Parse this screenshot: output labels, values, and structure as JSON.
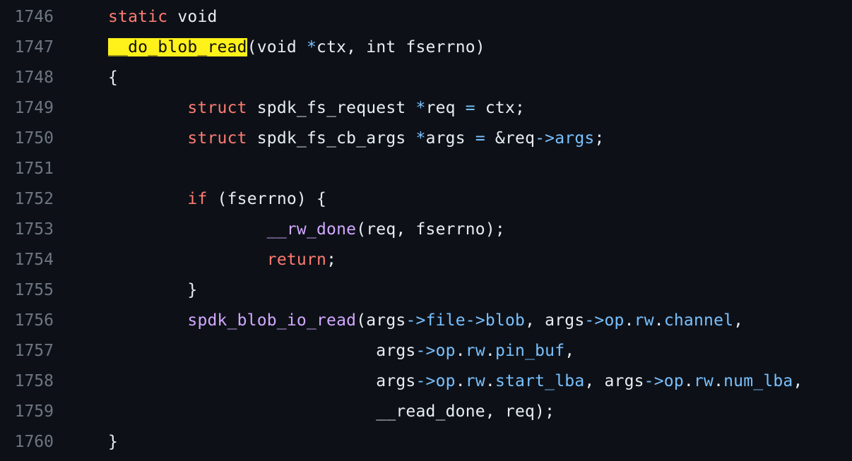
{
  "code": {
    "lines": [
      {
        "number": "1746",
        "segments": [
          {
            "text": "static",
            "kind": "keyword"
          },
          {
            "text": " void",
            "kind": "plain"
          }
        ]
      },
      {
        "number": "1747",
        "segments": [
          {
            "text": "__do_blob_read",
            "kind": "highlight"
          },
          {
            "text": "(void ",
            "kind": "plain"
          },
          {
            "text": "*",
            "kind": "op"
          },
          {
            "text": "ctx, int fserrno)",
            "kind": "plain"
          }
        ]
      },
      {
        "number": "1748",
        "segments": [
          {
            "text": "{",
            "kind": "plain"
          }
        ]
      },
      {
        "number": "1749",
        "segments": [
          {
            "text": "\t",
            "kind": "plain"
          },
          {
            "text": "struct",
            "kind": "keyword"
          },
          {
            "text": " spdk_fs_request ",
            "kind": "plain"
          },
          {
            "text": "*",
            "kind": "op"
          },
          {
            "text": "req ",
            "kind": "plain"
          },
          {
            "text": "=",
            "kind": "op"
          },
          {
            "text": " ctx;",
            "kind": "plain"
          }
        ]
      },
      {
        "number": "1750",
        "segments": [
          {
            "text": "\t",
            "kind": "plain"
          },
          {
            "text": "struct",
            "kind": "keyword"
          },
          {
            "text": " spdk_fs_cb_args ",
            "kind": "plain"
          },
          {
            "text": "*",
            "kind": "op"
          },
          {
            "text": "args ",
            "kind": "plain"
          },
          {
            "text": "=",
            "kind": "op"
          },
          {
            "text": " &req",
            "kind": "plain"
          },
          {
            "text": "->",
            "kind": "op"
          },
          {
            "text": "args",
            "kind": "member"
          },
          {
            "text": ";",
            "kind": "plain"
          }
        ]
      },
      {
        "number": "1751",
        "segments": []
      },
      {
        "number": "1752",
        "segments": [
          {
            "text": "\t",
            "kind": "plain"
          },
          {
            "text": "if",
            "kind": "keyword"
          },
          {
            "text": " (fserrno) {",
            "kind": "plain"
          }
        ]
      },
      {
        "number": "1753",
        "segments": [
          {
            "text": "\t\t",
            "kind": "plain"
          },
          {
            "text": "__rw_done",
            "kind": "func"
          },
          {
            "text": "(req, fserrno);",
            "kind": "plain"
          }
        ]
      },
      {
        "number": "1754",
        "segments": [
          {
            "text": "\t\t",
            "kind": "plain"
          },
          {
            "text": "return",
            "kind": "keyword"
          },
          {
            "text": ";",
            "kind": "plain"
          }
        ]
      },
      {
        "number": "1755",
        "segments": [
          {
            "text": "\t",
            "kind": "plain"
          },
          {
            "text": "}",
            "kind": "plain"
          }
        ]
      },
      {
        "number": "1756",
        "segments": [
          {
            "text": "\t",
            "kind": "plain"
          },
          {
            "text": "spdk_blob_io_read",
            "kind": "func"
          },
          {
            "text": "(args",
            "kind": "plain"
          },
          {
            "text": "->",
            "kind": "op"
          },
          {
            "text": "file",
            "kind": "member"
          },
          {
            "text": "->",
            "kind": "op"
          },
          {
            "text": "blob",
            "kind": "member"
          },
          {
            "text": ", args",
            "kind": "plain"
          },
          {
            "text": "->",
            "kind": "op"
          },
          {
            "text": "op",
            "kind": "member"
          },
          {
            "text": ".",
            "kind": "plain"
          },
          {
            "text": "rw",
            "kind": "member"
          },
          {
            "text": ".",
            "kind": "plain"
          },
          {
            "text": "channel",
            "kind": "member"
          },
          {
            "text": ",",
            "kind": "plain"
          }
        ]
      },
      {
        "number": "1757",
        "segments": [
          {
            "text": "\t\t\t   ",
            "kind": "plain"
          },
          {
            "text": "args",
            "kind": "plain"
          },
          {
            "text": "->",
            "kind": "op"
          },
          {
            "text": "op",
            "kind": "member"
          },
          {
            "text": ".",
            "kind": "plain"
          },
          {
            "text": "rw",
            "kind": "member"
          },
          {
            "text": ".",
            "kind": "plain"
          },
          {
            "text": "pin_buf",
            "kind": "member"
          },
          {
            "text": ",",
            "kind": "plain"
          }
        ]
      },
      {
        "number": "1758",
        "segments": [
          {
            "text": "\t\t\t   ",
            "kind": "plain"
          },
          {
            "text": "args",
            "kind": "plain"
          },
          {
            "text": "->",
            "kind": "op"
          },
          {
            "text": "op",
            "kind": "member"
          },
          {
            "text": ".",
            "kind": "plain"
          },
          {
            "text": "rw",
            "kind": "member"
          },
          {
            "text": ".",
            "kind": "plain"
          },
          {
            "text": "start_lba",
            "kind": "member"
          },
          {
            "text": ", args",
            "kind": "plain"
          },
          {
            "text": "->",
            "kind": "op"
          },
          {
            "text": "op",
            "kind": "member"
          },
          {
            "text": ".",
            "kind": "plain"
          },
          {
            "text": "rw",
            "kind": "member"
          },
          {
            "text": ".",
            "kind": "plain"
          },
          {
            "text": "num_lba",
            "kind": "member"
          },
          {
            "text": ",",
            "kind": "plain"
          }
        ]
      },
      {
        "number": "1759",
        "segments": [
          {
            "text": "\t\t\t   ",
            "kind": "plain"
          },
          {
            "text": "__read_done, req);",
            "kind": "plain"
          }
        ]
      },
      {
        "number": "1760",
        "segments": [
          {
            "text": "}",
            "kind": "plain"
          }
        ]
      }
    ]
  }
}
